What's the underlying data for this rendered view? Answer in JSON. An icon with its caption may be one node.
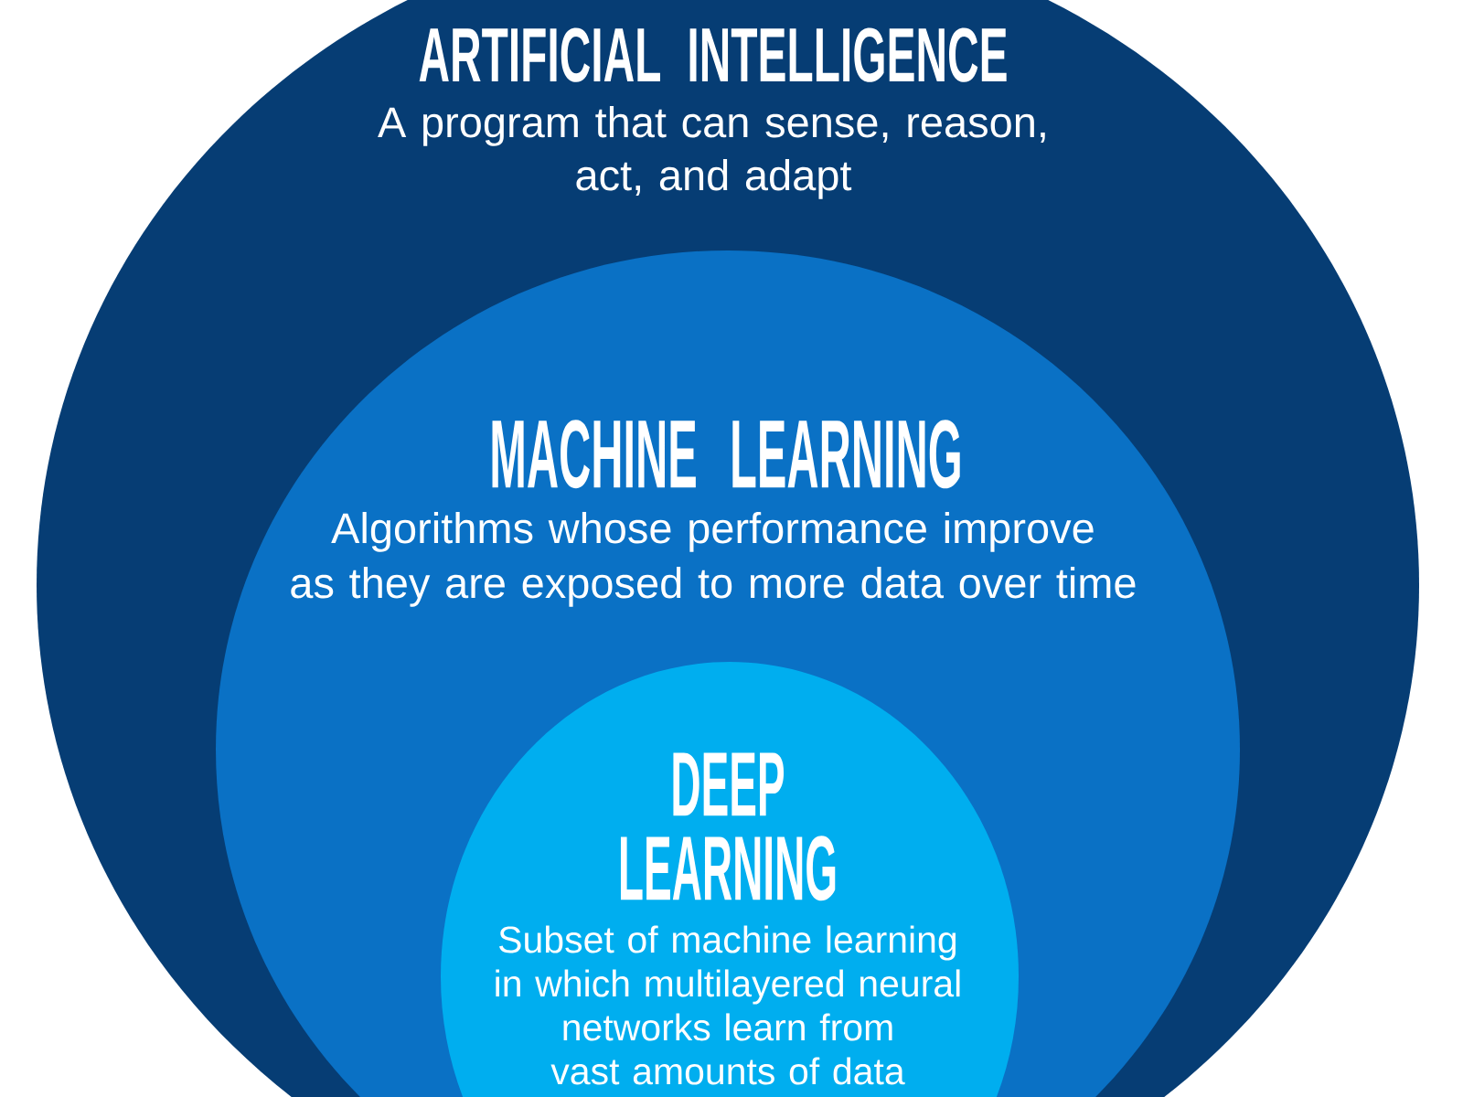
{
  "diagram": {
    "nodes": [
      {
        "text": [
          "ARTIFICIAL INTELLIGENCE",
          "A program that can sense, reason, act, and adapt"
        ]
      },
      {
        "text": [
          "MACHINE LEARNING",
          "Algorithms whose performance improve as they are exposed to more data over time"
        ],
        "in": 0
      },
      {
        "text": [
          "DEEP LEARNING",
          "Subset of machine learning in which multilayered neural networks learn from vast amounts of data"
        ],
        "in": 1
      }
    ]
  }
}
